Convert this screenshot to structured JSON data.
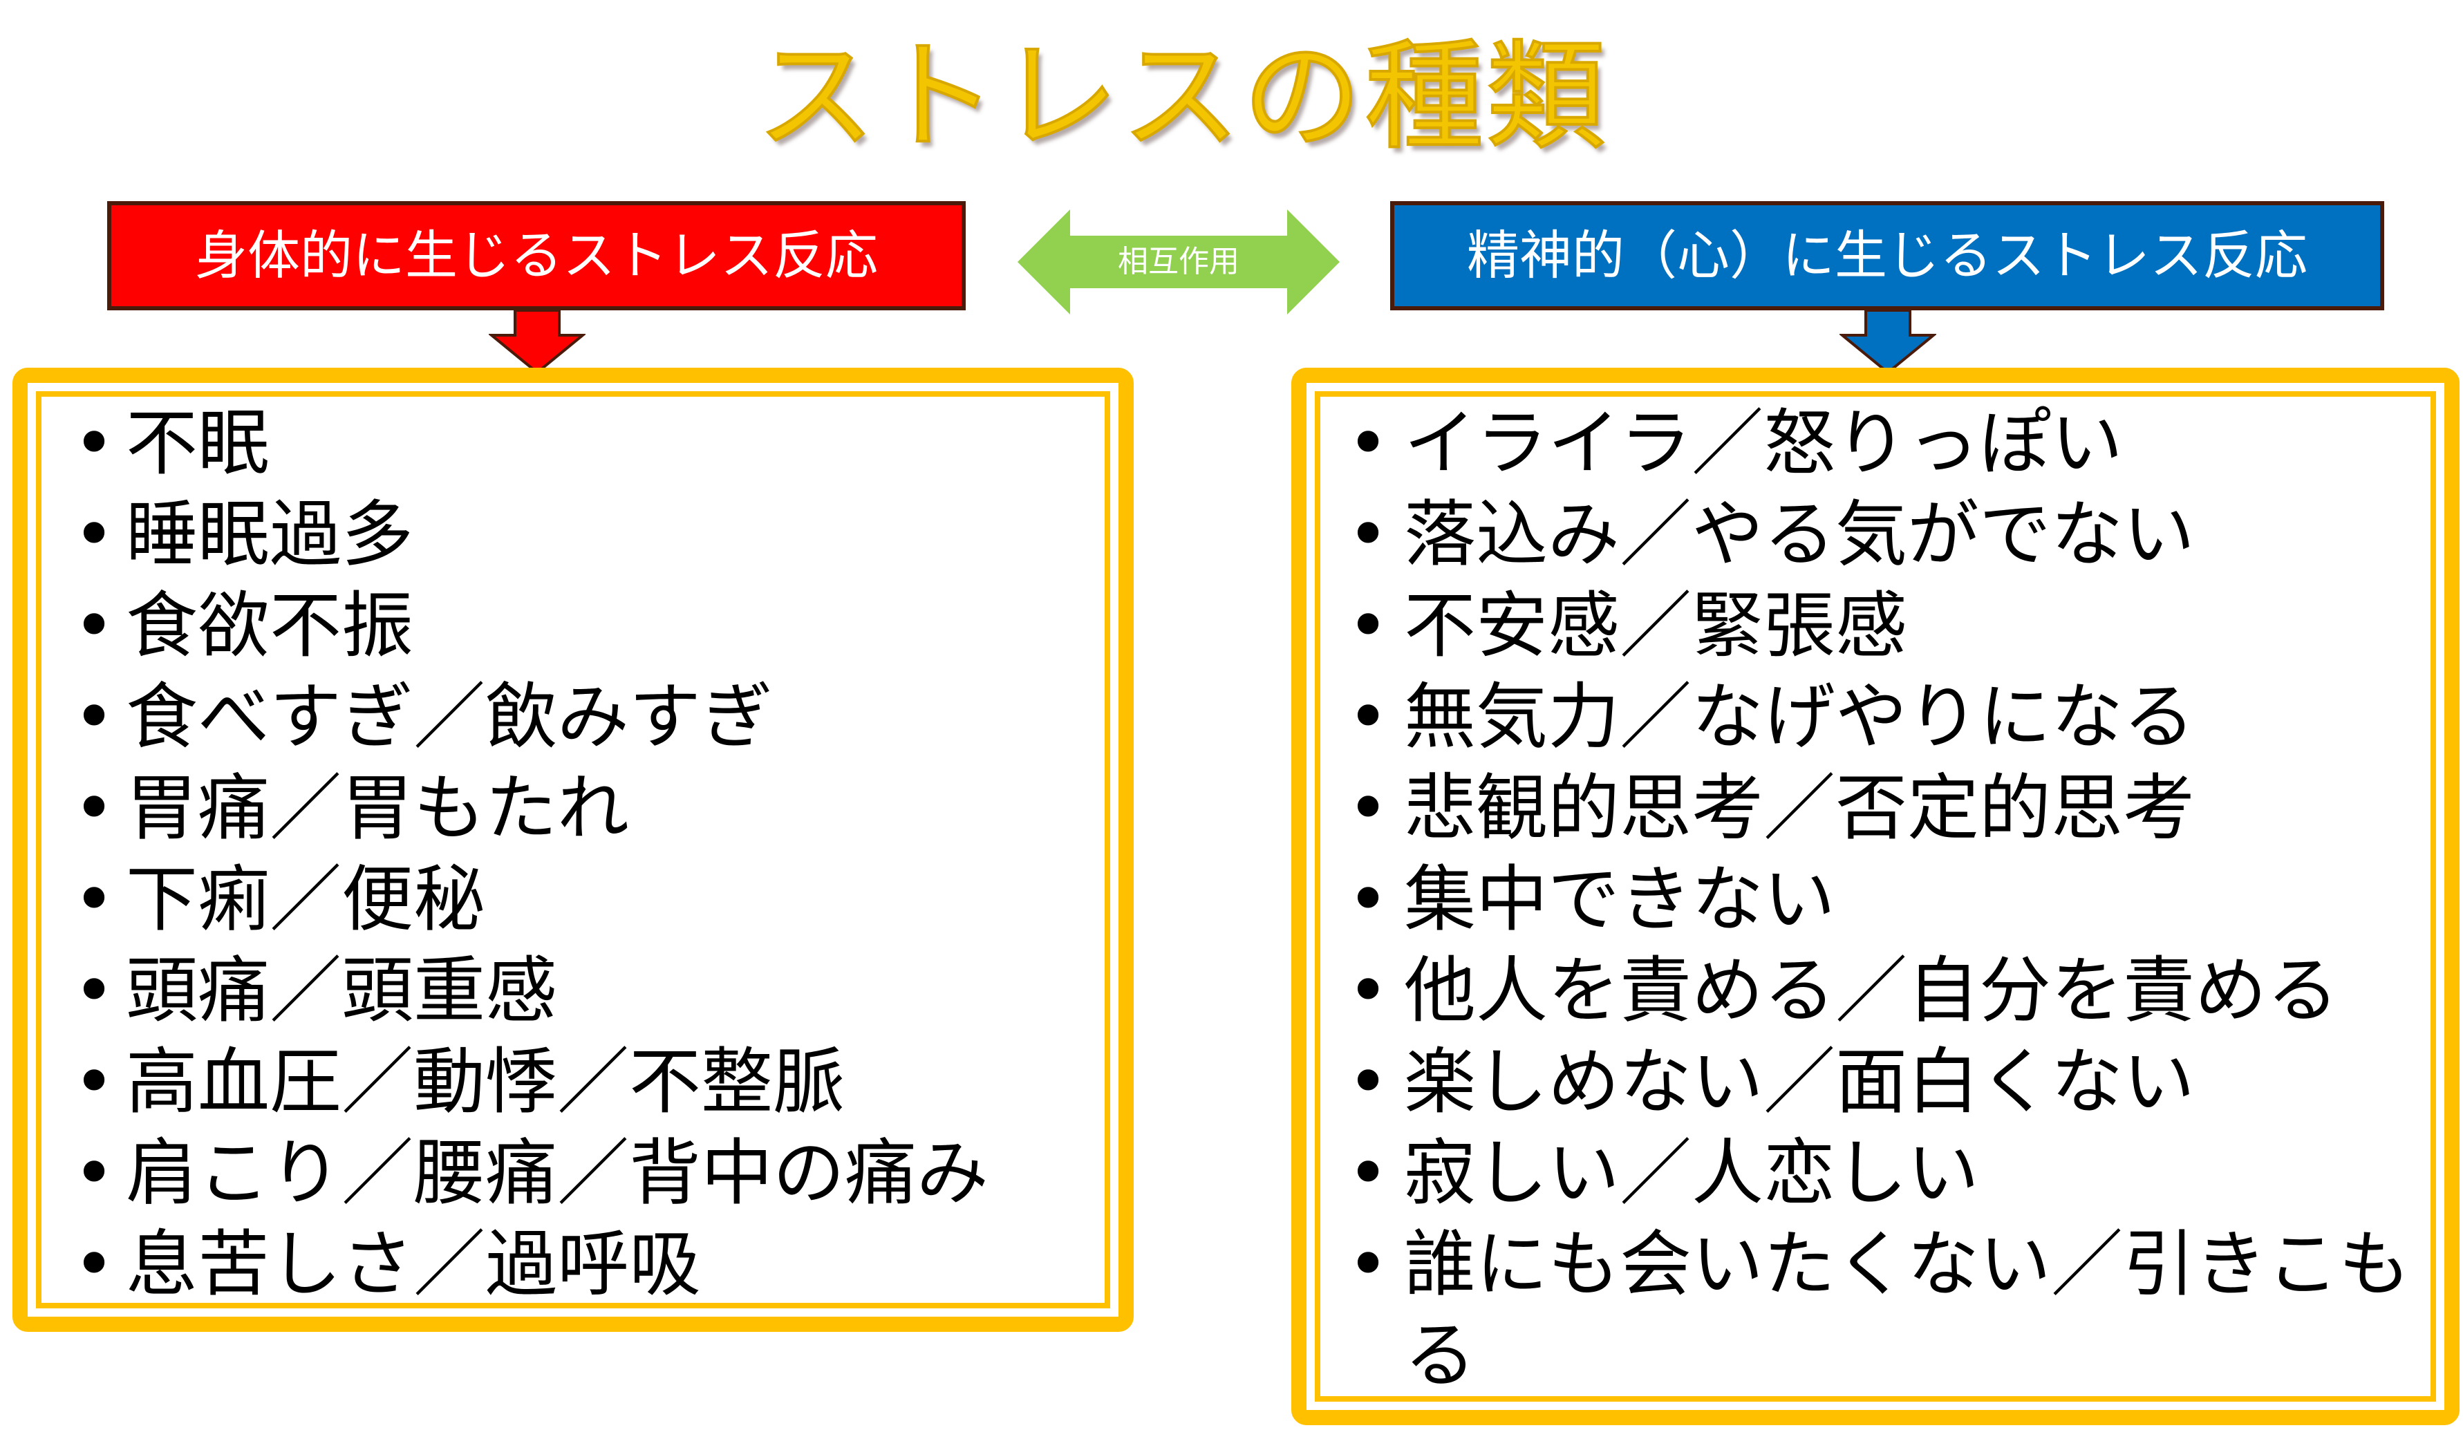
{
  "title": "ストレスの種類",
  "left_header": "身体的に生じるストレス反応",
  "right_header": "精神的（心）に生じるストレス反応",
  "interaction_label": "相互作用",
  "bullet": "•",
  "physical_items": [
    "不眠",
    "睡眠過多",
    "食欲不振",
    "食べすぎ／飲みすぎ",
    "胃痛／胃もたれ",
    "下痢／便秘",
    "頭痛／頭重感",
    "高血圧／動悸／不整脈",
    "肩こり／腰痛／背中の痛み",
    "息苦しさ／過呼吸"
  ],
  "mental_items": [
    "イライラ／怒りっぽい",
    "落込み／やる気がでない",
    "不安感／緊張感",
    "無気力／なげやりになる",
    "悲観的思考／否定的思考",
    "集中できない",
    "他人を責める／自分を責める",
    "楽しめない／面白くない",
    "寂しい／人恋しい",
    "誰にも会いたくない／引きこもる"
  ],
  "colors": {
    "physical": "#ff0000",
    "mental": "#0070c0",
    "frame": "#ffc000",
    "arrow": "#92d050",
    "title": "#f2c500"
  }
}
